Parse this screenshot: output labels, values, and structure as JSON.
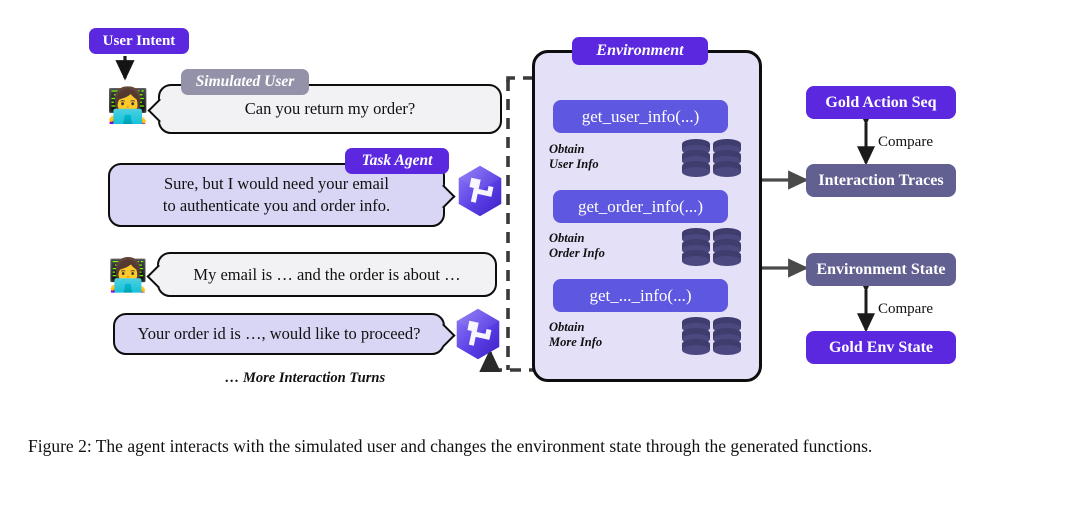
{
  "figure": {
    "caption": "Figure 2: The agent interacts with the simulated user and changes the environment state through the generated functions."
  },
  "left_column": {
    "user_intent_badge": "User Intent",
    "simulated_user_badge": "Simulated User",
    "task_agent_badge": "Task Agent",
    "more_turns_label": "… More Interaction Turns",
    "turns": [
      {
        "speaker": "simulated-user",
        "text": "Can you return my order?"
      },
      {
        "speaker": "task-agent",
        "text": "Sure, but I would need your email\nto authenticate you and order info."
      },
      {
        "speaker": "simulated-user",
        "text": "My email is … and the order is about …"
      },
      {
        "speaker": "task-agent",
        "text": "Your order id is …, would like to proceed?"
      }
    ]
  },
  "environment": {
    "title": "Environment",
    "functions": [
      {
        "name": "get_user_info(...)",
        "obtain_line1": "Obtain",
        "obtain_line2": "User Info",
        "db_icon": "database-stack-icon"
      },
      {
        "name": "get_order_info(...)",
        "obtain_line1": "Obtain",
        "obtain_line2": "Order Info",
        "db_icon": "database-stack-icon"
      },
      {
        "name": "get_..._info(...)",
        "obtain_line1": "Obtain",
        "obtain_line2": "More Info",
        "db_icon": "database-stack-icon"
      }
    ]
  },
  "evaluation": {
    "compare_label_top": "Compare",
    "compare_label_bottom": "Compare",
    "boxes": [
      {
        "label": "Gold Action Seq",
        "style": "gold"
      },
      {
        "label": "Interaction Traces",
        "style": "muted"
      },
      {
        "label": "Environment State",
        "style": "muted"
      },
      {
        "label": "Gold Env State",
        "style": "gold"
      }
    ]
  },
  "icons": {
    "user_avatar": "👩‍💻",
    "agent_logo": "agent-hexagon-logo",
    "down_arrow": "arrow-down-icon"
  },
  "colors": {
    "purple_strong": "#5B28E0",
    "purple_function": "#5E57E0",
    "panel_bg": "#e3e0f8",
    "agent_bubble": "#d9d6f5",
    "user_bubble": "#f2f2f4",
    "badge_gray": "#9492A8",
    "muted_box": "#625F91",
    "db_navy": "#3F3D6E",
    "stroke": "#0d0d0d"
  }
}
